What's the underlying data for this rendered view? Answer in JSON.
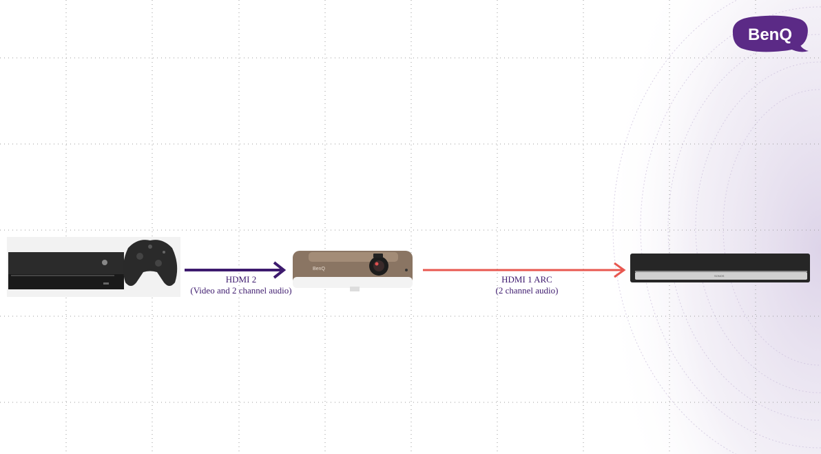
{
  "brand": {
    "name": "BenQ",
    "color": "#5b2a86"
  },
  "connections": [
    {
      "label": "HDMI 2",
      "detail": "(Video and 2 channel audio)",
      "color": "#3d1a6e"
    },
    {
      "label": "HDMI 1 ARC",
      "detail": "(2 channel audio)",
      "color": "#e8574f"
    }
  ],
  "devices": {
    "soundbar_brand": "SONOS"
  }
}
